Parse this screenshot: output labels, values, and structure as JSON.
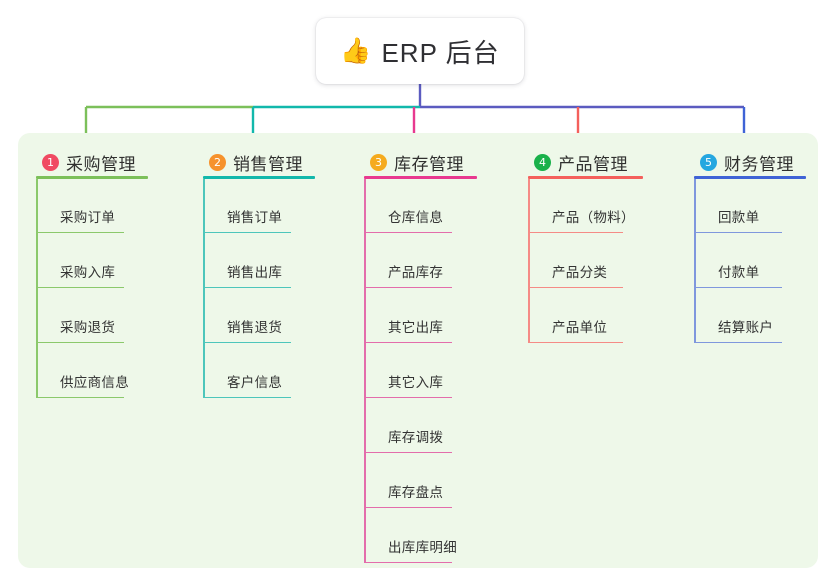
{
  "root": {
    "icon": "thumbs-up-icon",
    "emoji": "👍",
    "title": "ERP 后台"
  },
  "theme": {
    "panel_bg": "#eef8e9",
    "page_bg": "#ffffff",
    "trunk_purple": "#5b5bc0",
    "text": "#333333"
  },
  "columns": [
    {
      "index": "1",
      "title": "采购管理",
      "badge_color": "#f04a62",
      "line_color": "#7cc05a",
      "rule_color": "#8bc96b",
      "items": [
        {
          "label": "采购订单"
        },
        {
          "label": "采购入库"
        },
        {
          "label": "采购退货"
        },
        {
          "label": "供应商信息"
        }
      ]
    },
    {
      "index": "2",
      "title": "销售管理",
      "badge_color": "#f6922c",
      "line_color": "#12b8ab",
      "rule_color": "#4dc6bb",
      "items": [
        {
          "label": "销售订单"
        },
        {
          "label": "销售出库"
        },
        {
          "label": "销售退货"
        },
        {
          "label": "客户信息"
        }
      ]
    },
    {
      "index": "3",
      "title": "库存管理",
      "badge_color": "#f5ab1e",
      "line_color": "#e8398f",
      "rule_color": "#e36dab",
      "items": [
        {
          "label": "仓库信息"
        },
        {
          "label": "产品库存"
        },
        {
          "label": "其它出库"
        },
        {
          "label": "其它入库"
        },
        {
          "label": "库存调拨"
        },
        {
          "label": "库存盘点"
        },
        {
          "label": "出库库明细"
        }
      ]
    },
    {
      "index": "4",
      "title": "产品管理",
      "badge_color": "#19b14a",
      "line_color": "#f4605c",
      "rule_color": "#f58b86",
      "items": [
        {
          "label": "产品（物料）"
        },
        {
          "label": "产品分类"
        },
        {
          "label": "产品单位"
        }
      ]
    },
    {
      "index": "5",
      "title": "财务管理",
      "badge_color": "#25a7e0",
      "line_color": "#3f63d6",
      "rule_color": "#7f97dd",
      "items": [
        {
          "label": "回款单"
        },
        {
          "label": "付款单"
        },
        {
          "label": "结算账户"
        }
      ]
    }
  ]
}
